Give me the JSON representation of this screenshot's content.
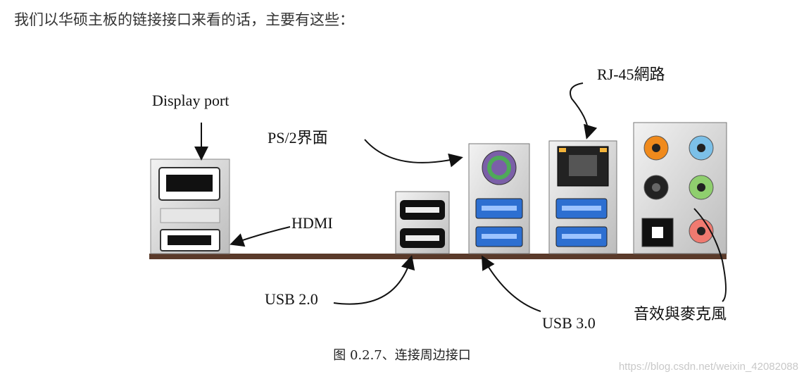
{
  "intro_text": "我们以华硕主板的链接接口来看的话，主要有这些：",
  "figure": {
    "labels": {
      "display_port": "Display port",
      "hdmi": "HDMI",
      "ps2": "PS/2界面",
      "usb2": "USB 2.0",
      "usb3": "USB 3.0",
      "rj45": "RJ-45網路",
      "audio": "音效與麥克風"
    },
    "colors": {
      "board": "#5a3a2a",
      "metal": "#d9d9d9",
      "usb3_blue": "#2d6fd1",
      "ps2_purple": "#7b5fa8",
      "ps2_green": "#4faa58",
      "audio_orange": "#f08a1c",
      "audio_blue": "#7cc0e8",
      "audio_green": "#8fcf6e",
      "audio_pink": "#f07a70",
      "audio_black": "#222222"
    }
  },
  "caption": "图 0.2.7、连接周边接口",
  "watermark": "https://blog.csdn.net/weixin_42082088"
}
